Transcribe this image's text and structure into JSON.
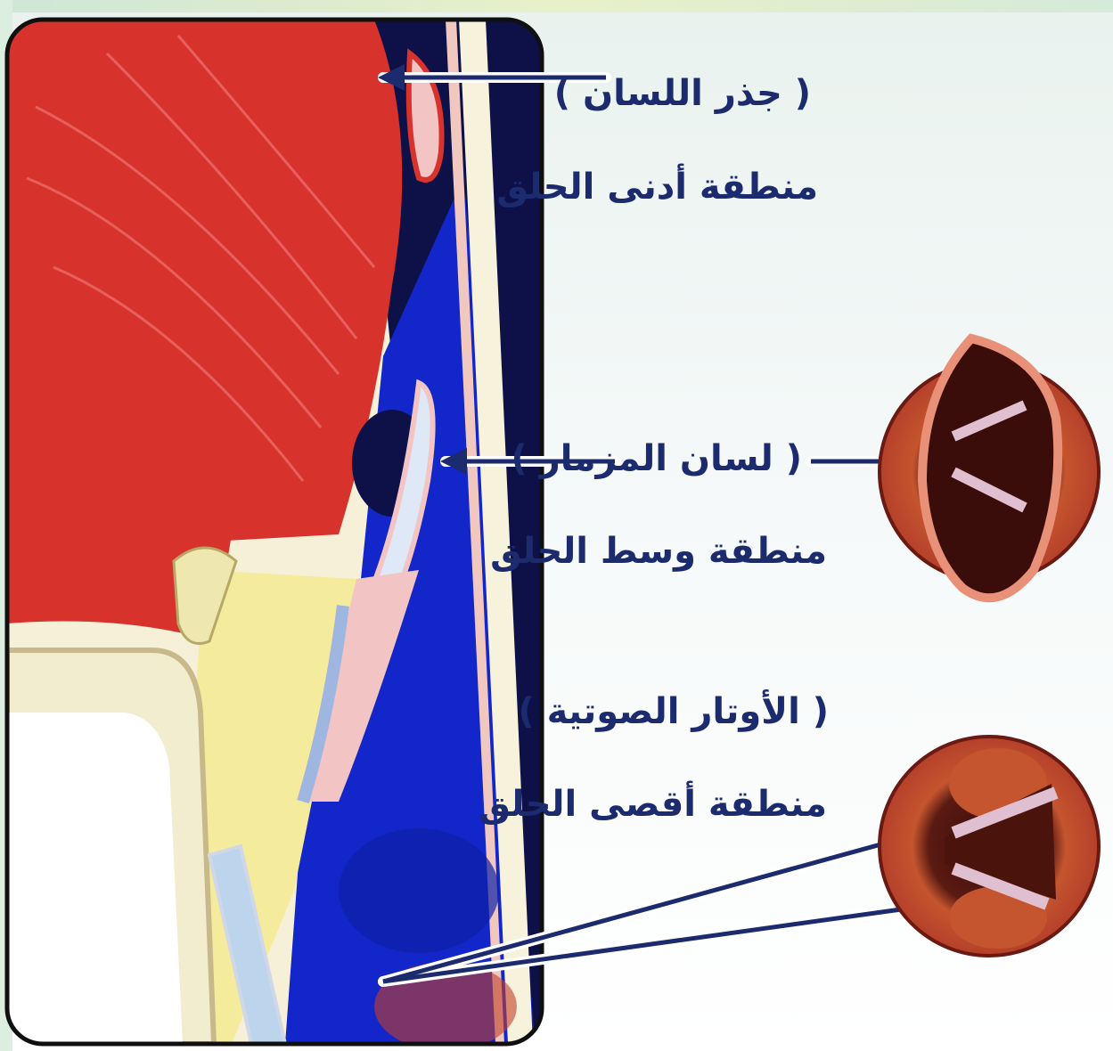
{
  "labels": {
    "tongue_root": "( جذر اللسان )",
    "upper_region": "منطقة أدنى الحلق",
    "epiglottis": "( لسان المزمار )",
    "middle_region": "منطقة وسط الحلق",
    "vocal_cords": "( الأوتار الصوتية )",
    "lower_region": "منطقة أقصى الحلق"
  },
  "colors": {
    "tongue": "#d8322c",
    "airway_blue": "#1326c9",
    "dark_navy": "#0d1148",
    "cartilage_yellow": "#f4ec9c",
    "pink_tissue": "#f2c4c4",
    "label_text": "#1c2a6e"
  }
}
